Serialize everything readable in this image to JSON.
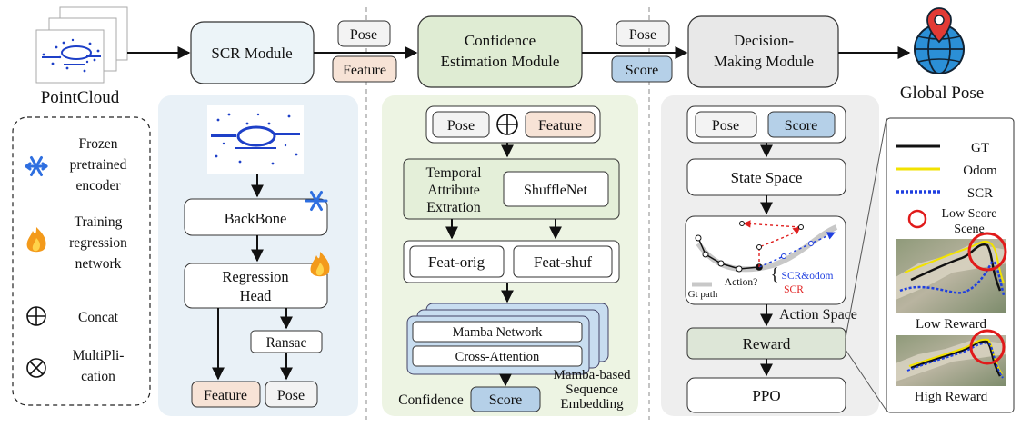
{
  "input": {
    "label": "PointCloud"
  },
  "output": {
    "label": "Global Pose"
  },
  "modules": {
    "scr": "SCR Module",
    "confidence": [
      "Confidence",
      "Estimation Module"
    ],
    "decision": [
      "Decision-",
      "Making Module"
    ]
  },
  "flow_tags": {
    "pose_a": "Pose",
    "feature_a": "Feature",
    "pose_b": "Pose",
    "score_b": "Score"
  },
  "legend": {
    "frozen": [
      "Frozen",
      "pretrained",
      "encoder"
    ],
    "training": [
      "Training",
      "regression",
      "network"
    ],
    "concat": "Concat",
    "multiplication": [
      "MultiPli-",
      "cation"
    ]
  },
  "scr_panel": {
    "backbone": "BackBone",
    "regression_head": [
      "Regression",
      "Head"
    ],
    "ransac": "Ransac",
    "feature": "Feature",
    "pose": "Pose"
  },
  "conf_panel": {
    "pose": "Pose",
    "feature": "Feature",
    "temporal": [
      "Temporal",
      "Attribute",
      "Extration"
    ],
    "shufflenet": "ShuffleNet",
    "feat_orig": "Feat-orig",
    "feat_shuf": "Feat-shuf",
    "mamba": "Mamba Network",
    "cross_attention": "Cross-Attention",
    "mamba_caption": [
      "Mamba-based",
      "Sequence",
      "Embedding"
    ],
    "confidence": "Confidence",
    "score": "Score"
  },
  "decision_panel": {
    "pose": "Pose",
    "score": "Score",
    "state_space": "State Space",
    "gt_path": "Gt path",
    "action_q": "Action?",
    "scr_odom": "SCR&odom",
    "scr": "SCR",
    "action_space": "Action Space",
    "reward": "Reward",
    "ppo": "PPO"
  },
  "trajectory_legend": {
    "gt": "GT",
    "odom": "Odom",
    "scr": "SCR",
    "low_score": [
      "Low Score",
      "Scene"
    ],
    "low_reward": "Low Reward",
    "high_reward": "High Reward"
  },
  "colors": {
    "scr_panel_bg": "#e9f1f7",
    "conf_panel_bg": "#edf4e3",
    "decision_panel_bg": "#eeeeee",
    "feature_tag": "#f7e3d6",
    "score_tag": "#b5d0e8",
    "scr_module_bg": "#ecf4f8",
    "conf_module_bg": "#dfecd3",
    "decision_module_bg": "#e8e8e8",
    "temporal_bg": "#e4efd9",
    "reward_bg": "#dde6d7",
    "snowflake": "#2f6fe0",
    "flame": "#f39a1b",
    "odom": "#f2e200",
    "scr_path": "#1f3fe0",
    "low_score_circle": "#e01a1a",
    "pin": "#e23a35",
    "globe": "#2b8fd6"
  },
  "icons": [
    "snowflake-icon",
    "flame-icon",
    "concat-icon",
    "multiplication-icon",
    "globe-pin-icon",
    "pointcloud-icon"
  ]
}
